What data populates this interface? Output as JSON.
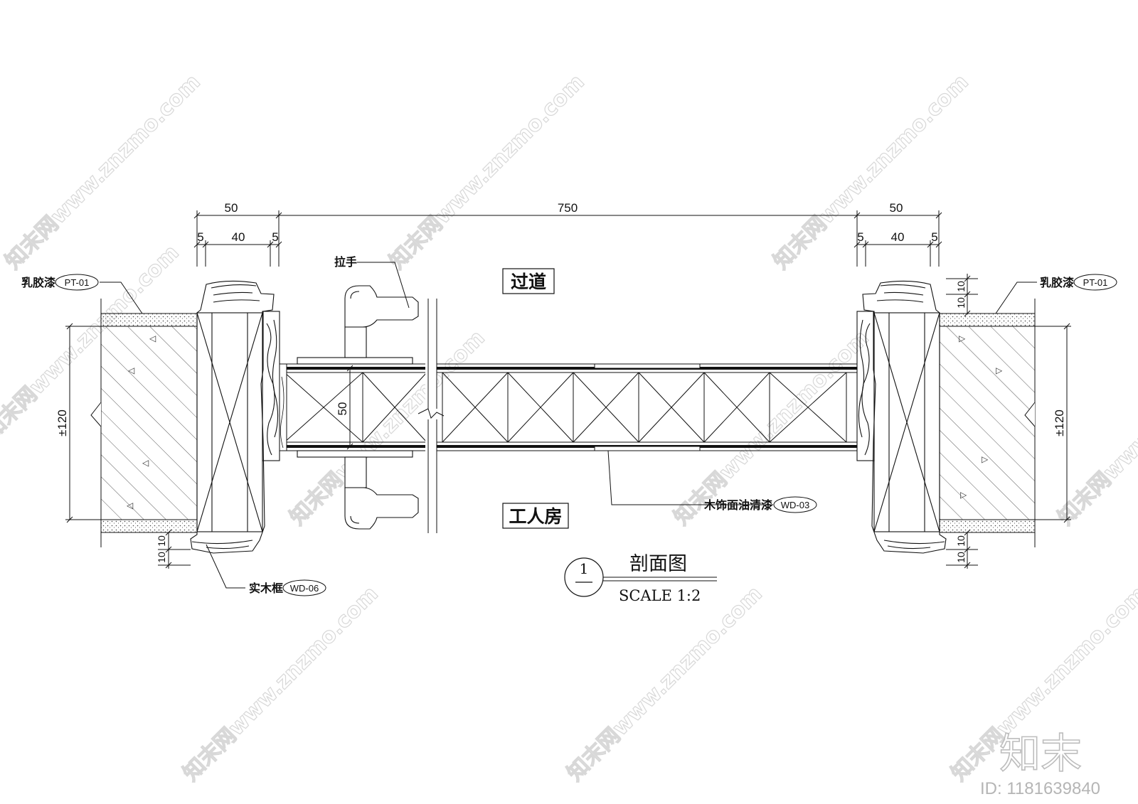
{
  "dimensions": {
    "left_frame": "50",
    "door_width": "750",
    "right_frame": "50",
    "left_sub": [
      "5",
      "40",
      "5"
    ],
    "right_sub": [
      "5",
      "40",
      "5"
    ],
    "door_thickness": "50",
    "wall_left": "±120",
    "wall_right": "±120",
    "offset_left_bottom": [
      "10",
      "10"
    ],
    "offset_right_top": [
      "10",
      "10"
    ],
    "offset_right_bottom": [
      "10",
      "10"
    ]
  },
  "labels": {
    "paint_left": "乳胶漆",
    "paint_left_code": "PT-01",
    "paint_right": "乳胶漆",
    "paint_right_code": "PT-01",
    "handle": "拉手",
    "frame": "实木框",
    "frame_code": "WD-06",
    "finish": "木饰面油清漆",
    "finish_code": "WD-03"
  },
  "rooms": {
    "top": "过道",
    "bottom": "工人房"
  },
  "title": {
    "number": "1",
    "name": "剖面图",
    "scale": "SCALE 1:2"
  },
  "watermark": {
    "text": "知末网www.znzmo.com",
    "brand": "知末",
    "id": "ID: 1181639840"
  }
}
